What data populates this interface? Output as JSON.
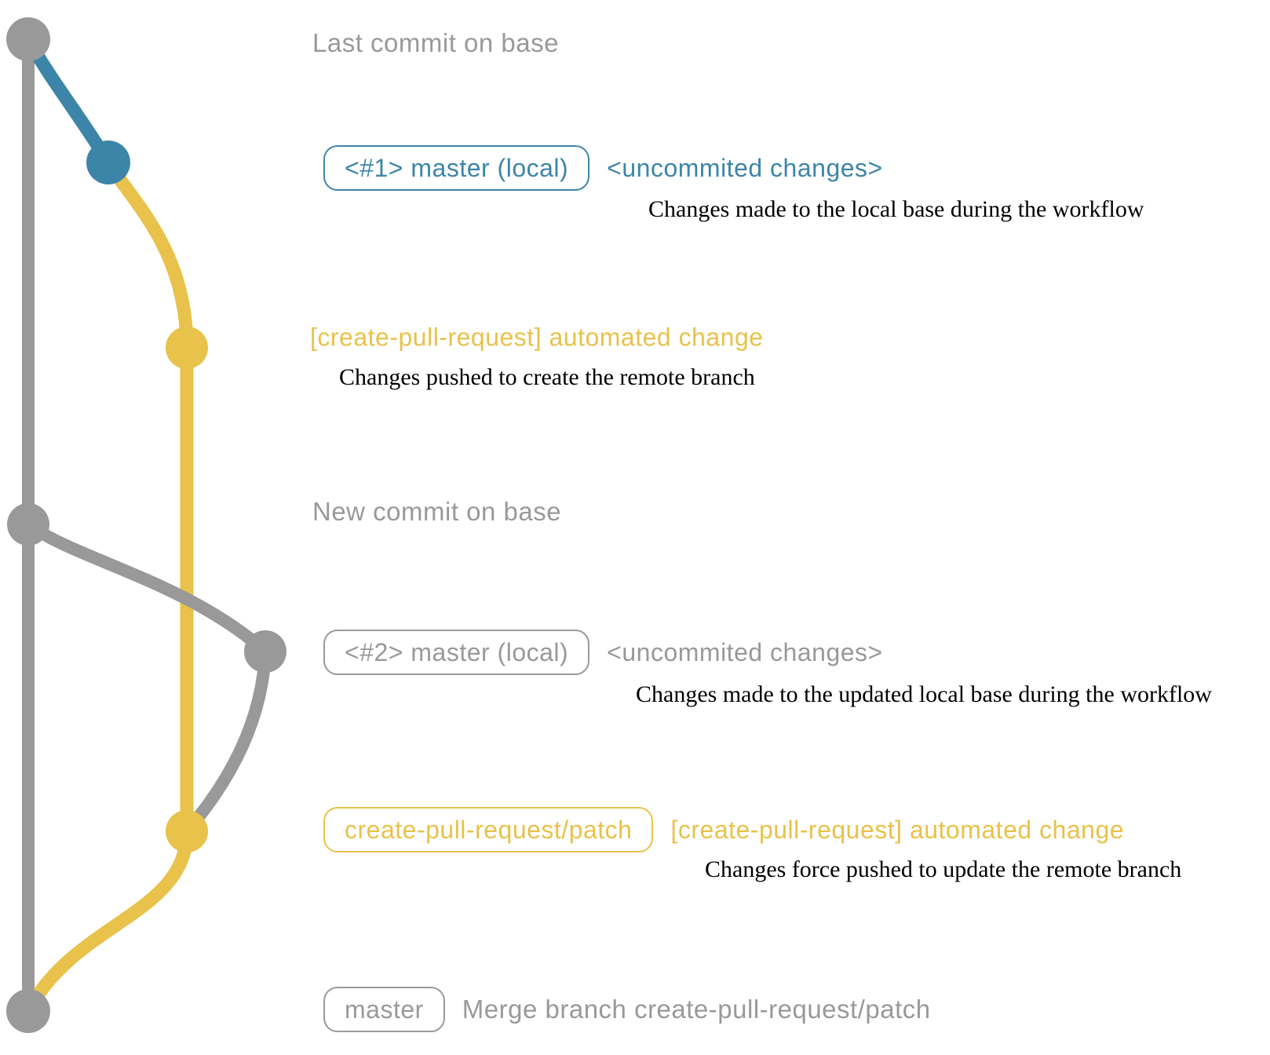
{
  "colors": {
    "gray": "#999999",
    "blue": "#3d85a8",
    "yellow": "#e8c24a",
    "annotation_text": "#000000"
  },
  "graph": {
    "branches": [
      {
        "name": "base-branch",
        "color": "#999999"
      },
      {
        "name": "local-master-1-branch",
        "color": "#3d85a8"
      },
      {
        "name": "create-pull-request-patch-branch",
        "color": "#e8c24a"
      },
      {
        "name": "local-master-2-branch",
        "color": "#999999"
      }
    ],
    "commits": [
      {
        "name": "last-commit-on-base",
        "color": "#999999"
      },
      {
        "name": "local-master-1-commit",
        "color": "#3d85a8"
      },
      {
        "name": "patch-commit-1",
        "color": "#e8c24a"
      },
      {
        "name": "new-commit-on-base",
        "color": "#999999"
      },
      {
        "name": "local-master-2-commit",
        "color": "#999999"
      },
      {
        "name": "patch-commit-2",
        "color": "#e8c24a"
      },
      {
        "name": "merge-commit",
        "color": "#999999"
      }
    ]
  },
  "annotations": {
    "row1": {
      "text": "Last commit on base"
    },
    "row2": {
      "badge": "<#1> master (local)",
      "tag": "<uncommited changes>",
      "description": "Changes made to the local base during the workflow"
    },
    "row3": {
      "tag": "[create-pull-request] automated change",
      "description": "Changes pushed to create the remote branch"
    },
    "row4": {
      "text": "New commit on base"
    },
    "row5": {
      "badge": "<#2> master (local)",
      "tag": "<uncommited changes>",
      "description": "Changes made to the updated local base during the workflow"
    },
    "row6": {
      "badge": "create-pull-request/patch",
      "tag": "[create-pull-request] automated change",
      "description": "Changes force pushed to update the remote branch"
    },
    "row7": {
      "badge": "master",
      "text": "Merge branch create-pull-request/patch"
    }
  }
}
